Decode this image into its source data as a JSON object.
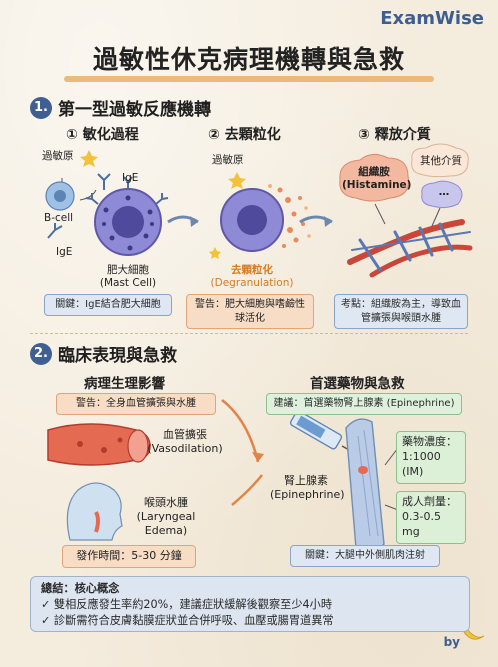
{
  "brand": "ExamWise",
  "title": "過敏性休克病理機轉與急救",
  "section1": {
    "heading_num": "1.",
    "heading": "第一型過敏反應機轉",
    "steps": [
      "① 敏化過程",
      "② 去顆粒化",
      "③ 釋放介質"
    ],
    "labels": {
      "allergen1": "過敏原",
      "bcell": "B-cell",
      "ige1": "IgE",
      "ige2": "IgE",
      "mast_zh": "肥大細胞",
      "mast_en": "(Mast Cell)",
      "allergen2": "過敏原",
      "degran_zh": "去顆粒化",
      "degran_en": "(Degranulation)",
      "histamine_zh": "組織胺",
      "histamine_en": "(Histamine)",
      "other": "其他介質",
      "dots": "…"
    },
    "notes": {
      "n1": "關鍵：IgE結合肥大細胞",
      "n2": "警告：肥大細胞與嗜鹼性球活化",
      "n3": "考點：組織胺為主，導致血管擴張與喉頭水腫"
    }
  },
  "section2": {
    "heading_num": "2.",
    "heading": "臨床表現與急救",
    "left_title": "病理生理影響",
    "right_title": "首選藥物與急救",
    "warn": "警告：全身血管擴張與水腫",
    "vaso_zh": "血管擴張",
    "vaso_en": "(Vasodilation)",
    "laryn_zh": "喉頭水腫",
    "laryn_en": "(Laryngeal Edema)",
    "onset": "發作時間：5-30 分鐘",
    "suggest": "建議：首選藥物腎上腺素 (Epinephrine)",
    "epi_zh": "腎上腺素",
    "epi_en": "(Epinephrine)",
    "conc_label": "藥物濃度：",
    "conc_value": "1:1000 (IM)",
    "dose_label": "成人劑量：",
    "dose_value": "0.3-0.5 mg",
    "key": "關鍵：大腿中外側肌肉注射"
  },
  "summary": {
    "head": "總結：核心概念",
    "line1": "✓ 雙相反應發生率約20%，建議症狀緩解後觀察至少4小時",
    "line2": "✓ 診斷需符合皮膚黏膜症狀並合併呼吸、血壓或腸胃道異常"
  },
  "footer": {
    "by": "by"
  },
  "colors": {
    "accent_blue": "#3e5f8f",
    "accent_orange": "#d67b22",
    "cell_purple": "#6a63b5",
    "vessel_red": "#c9473a"
  }
}
